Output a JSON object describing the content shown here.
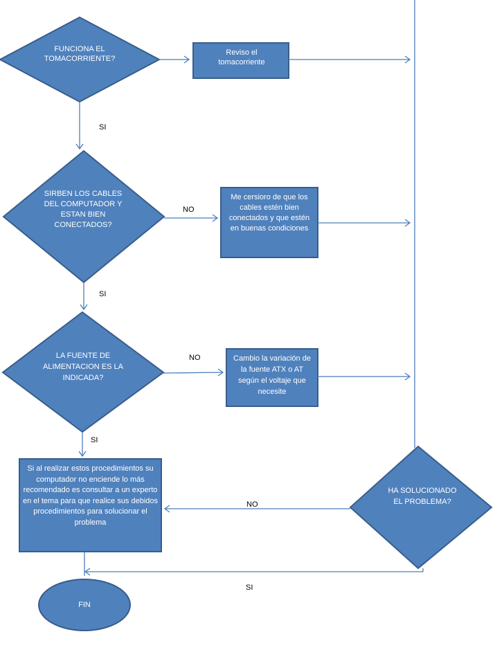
{
  "diamonds": {
    "d1": "FUNCIONA EL TOMACORRIENTE?",
    "d2": "SIRBEN LOS CABLES DEL COMPUTADOR Y ESTAN BIEN CONECTADOS?",
    "d3": "LA FUENTE DE ALIMENTACION ES LA INDICADA?",
    "d4": "HA SOLUCIONADO EL PROBLEMA?"
  },
  "boxes": {
    "b1": "Reviso el tomacorriente",
    "b2": "Me cersioro de que los cables estén bien conectados y que estén en buenas condiciones",
    "b3": "Cambio la variación de la fuente ATX o AT según el voltaje que necesite",
    "b4": "Si al realizar estos procedimientos su computador no enciende lo más recomendado es consultar a un experto en el tema para que realice sus debidos procedimientos para solucionar el problema"
  },
  "end": "FIN",
  "labels": {
    "si_1": "SI",
    "si_2": "SI",
    "si_3": "SI",
    "si_4": "SI",
    "no_1": "NO",
    "no_2": "NO",
    "no_3": "NO"
  },
  "colors": {
    "shape_fill": "#4f81bd",
    "shape_stroke": "#385d8a",
    "connector": "#4a7ebb",
    "shape_text": "#ffffff"
  }
}
